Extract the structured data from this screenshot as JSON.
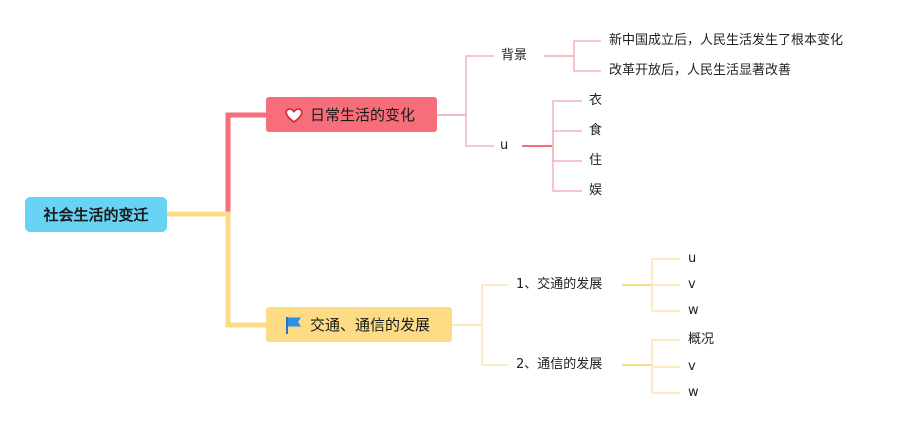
{
  "root": {
    "label": "社会生活的变迁"
  },
  "branches": [
    {
      "label": "日常生活的变化",
      "icon": "heart-icon",
      "color": "#f76e7b",
      "children": [
        {
          "label": "背景",
          "children": [
            "新中国成立后，人民生活发生了根本变化",
            "改革开放后，人民生活显著改善"
          ]
        },
        {
          "label": "u",
          "children": [
            "衣",
            "食",
            "住",
            "娱"
          ]
        }
      ]
    },
    {
      "label": "交通、通信的发展",
      "icon": "flag-icon",
      "color": "#fdda84",
      "children": [
        {
          "label": "1、交通的发展",
          "children": [
            "u",
            "v",
            "w"
          ]
        },
        {
          "label": "2、通信的发展",
          "children": [
            "概况",
            "v",
            "w"
          ]
        }
      ]
    }
  ],
  "colors": {
    "root": "#69d3f6",
    "branch1": "#f76e7b",
    "branch1_light": "#f4b4bc",
    "branch2": "#fdda84",
    "branch2_light": "#fbe6b1"
  }
}
